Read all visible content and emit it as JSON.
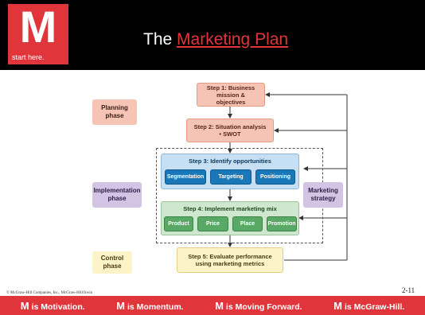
{
  "header": {
    "logo_letter": "M",
    "logo_tagline": "start here.",
    "title_prefix": "The ",
    "title_link": "Marketing Plan"
  },
  "diagram": {
    "phases": {
      "planning": "Planning phase",
      "implementation": "Implementation phase",
      "control": "Control phase"
    },
    "step1": "Step 1: Business mission & objectives",
    "step2": "Step 2: Situation analysis",
    "step2_sub": "• SWOT",
    "step3": "Step 3: Identify opportunities",
    "step3_items": [
      "Segmentation",
      "Targeting",
      "Positioning"
    ],
    "step4": "Step 4: Implement marketing mix",
    "step4_items": [
      "Product",
      "Price",
      "Place",
      "Promotion"
    ],
    "step5": "Step 5: Evaluate performance using marketing metrics",
    "marketing_strategy": "Marketing strategy"
  },
  "footer": {
    "copyright": "© McGraw-Hill Companies, Inc., McGraw-Hill/Irwin",
    "page_number": "2-11",
    "taglines": [
      {
        "m": "M",
        "text": "is Motivation."
      },
      {
        "m": "M",
        "text": "is Momentum."
      },
      {
        "m": "M",
        "text": "is Moving Forward."
      },
      {
        "m": "M",
        "text": "is McGraw-Hill."
      }
    ]
  },
  "colors": {
    "brand_red": "#e0353a",
    "step_pink": "#f6c4b4",
    "opp_blue": "#c6dff2",
    "mix_green": "#cfe6cf",
    "eval_yellow": "#fdf3c8",
    "strategy_purple": "#d4c4e4"
  }
}
